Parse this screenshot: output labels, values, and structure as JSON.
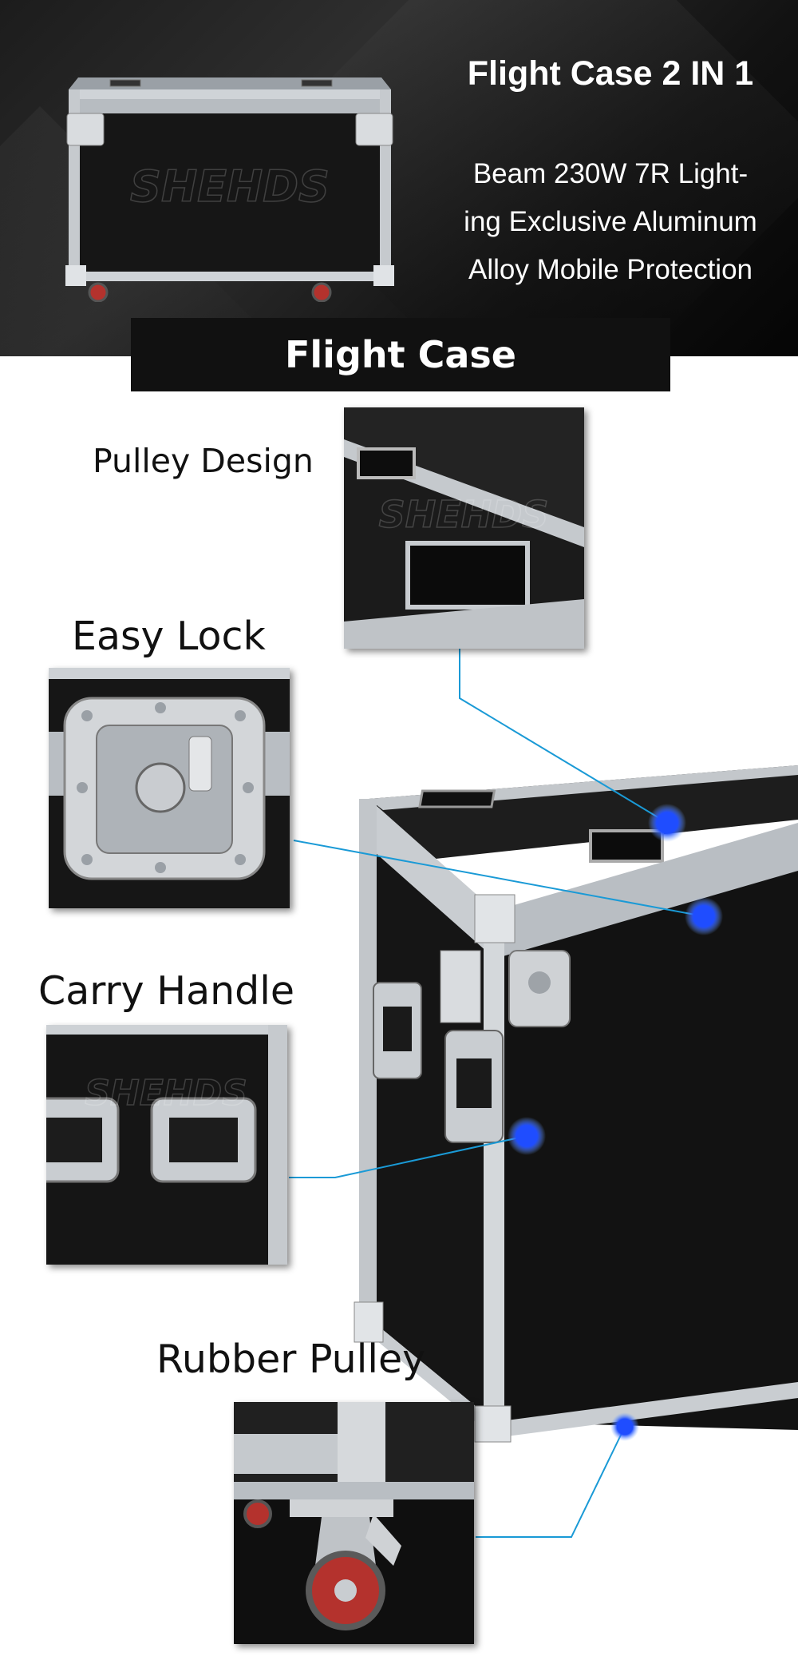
{
  "hero": {
    "title": "Flight Case 2 IN 1",
    "subtitle_lines": [
      "Beam 230W 7R Light-",
      "ing Exclusive Aluminum",
      "Alloy Mobile Protection"
    ],
    "watermark": "SHEHDS"
  },
  "banner": {
    "label": "Flight Case"
  },
  "features": {
    "pulley_design": "Pulley Design",
    "easy_lock": "Easy Lock",
    "carry_handle": "Carry Handle",
    "rubber_pulley": "Rubber Pulley"
  },
  "colors": {
    "callout_line": "#1a9ad6",
    "callout_dot": "#1f4dff",
    "hero_bg": "#1c1c1c",
    "banner_bg": "#111111",
    "case_panel": "#141414",
    "aluminum": "#c9cdd1",
    "wheel": "#b4322d"
  },
  "icons": {
    "callout_marker": "glowing-dot-icon"
  }
}
